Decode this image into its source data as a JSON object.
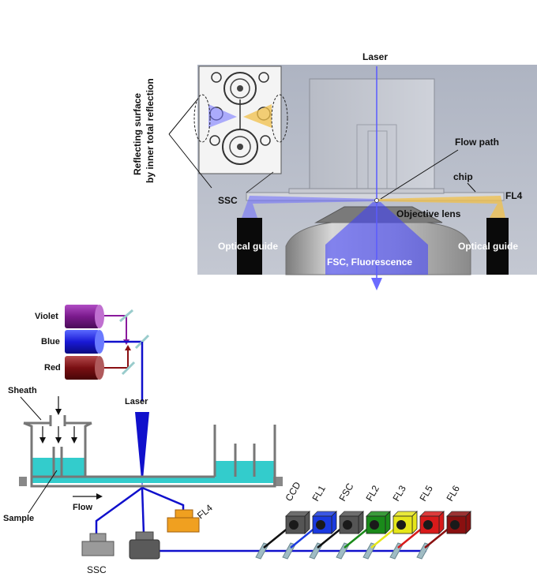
{
  "top_panel": {
    "laser": "Laser",
    "flow_path": "Flow path",
    "chip": "chip",
    "ssc": "SSC",
    "fl4": "FL4",
    "objective_lens": "Objective lens",
    "optical_guide_left": "Optical guide",
    "optical_guide_right": "Optical guide",
    "fsc_fluorescence": "FSC, Fluorescence",
    "reflecting_surface_line1": "Reflecting surface",
    "reflecting_surface_line2": "by inner total reflection"
  },
  "bottom_panel": {
    "lasers": [
      {
        "label": "Violet",
        "color": "#7a1a8c"
      },
      {
        "label": "Blue",
        "color": "#1a1ad6"
      },
      {
        "label": "Red",
        "color": "#7a0f12"
      }
    ],
    "laser": "Laser",
    "sheath": "Sheath",
    "sample": "Sample",
    "flow": "Flow",
    "ssc": "SSC",
    "fl4": "FL4",
    "detectors": [
      {
        "label": "CCD",
        "color": "#555555"
      },
      {
        "label": "FL1",
        "color": "#1a3ae0"
      },
      {
        "label": "FSC",
        "color": "#555555"
      },
      {
        "label": "FL2",
        "color": "#1a8a1a"
      },
      {
        "label": "FL3",
        "color": "#e6e61a"
      },
      {
        "label": "FL5",
        "color": "#d81a1a"
      },
      {
        "label": "FL6",
        "color": "#8a1010"
      }
    ],
    "colors": {
      "liquid": "#33cccc",
      "beam": "#1010cc",
      "fl4_box": "#f0a020",
      "mirror": "#99cccc"
    }
  }
}
